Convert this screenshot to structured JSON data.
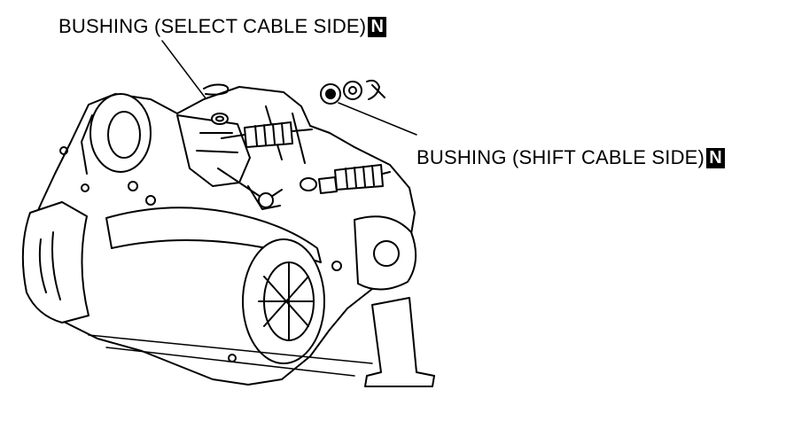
{
  "callouts": {
    "select": {
      "label": "BUSHING (SELECT CABLE SIDE)",
      "badge": "N"
    },
    "shift": {
      "label": "BUSHING (SHIFT CABLE SIDE)",
      "badge": "N"
    }
  },
  "colors": {
    "ink": "#000000",
    "paper": "#ffffff"
  }
}
